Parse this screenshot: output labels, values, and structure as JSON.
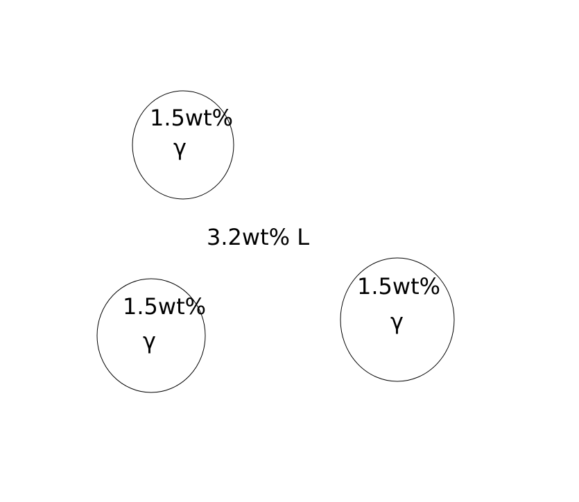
{
  "diagram": {
    "matrix": {
      "label": "3.2wt% L"
    },
    "grains": [
      {
        "composition": "1.5wt%",
        "phase": "γ"
      },
      {
        "composition": "1.5wt%",
        "phase": "γ"
      },
      {
        "composition": "1.5wt%",
        "phase": "γ"
      }
    ]
  },
  "colors": {
    "background": "#ffffff",
    "stroke": "#000000",
    "text": "#000000"
  }
}
